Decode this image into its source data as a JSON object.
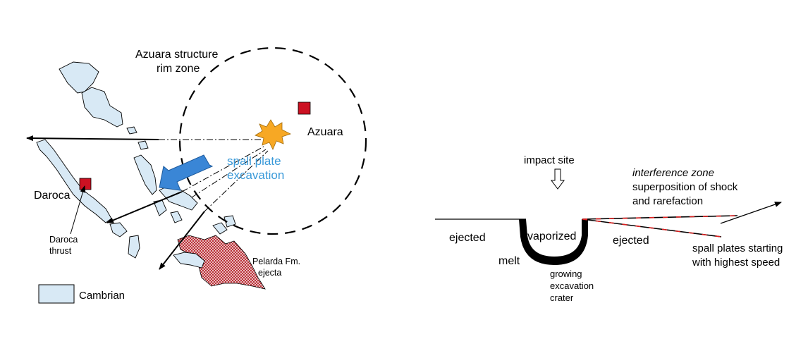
{
  "map": {
    "structure_label": [
      "Azuara structure",
      "rim zone"
    ],
    "azuara_label": "Azuara",
    "daroca_label": "Daroca",
    "spall_label": [
      "spall plate",
      "excavation"
    ],
    "thrust_label": [
      "Daroca",
      "thrust"
    ],
    "pelarda_label": [
      "Pelarda Fm.",
      "ejecta"
    ],
    "legend_label": "Cambrian",
    "colors": {
      "cambrian_fill": "#d8e9f5",
      "town_marker": "#cc1122",
      "impact_star": "#f7a824",
      "spall_arrow": "#3a86d6",
      "ejecta_hatch": "#b0101a"
    }
  },
  "section": {
    "impact_label": "impact site",
    "interference_title": "interference zone",
    "interference_desc": [
      "superposition of shock",
      "and rarefaction"
    ],
    "ejected_left": "ejected",
    "ejected_right": "ejected",
    "vaporized_label": "vaporized",
    "melt_label": "melt",
    "crater_label": [
      "growing",
      "excavation",
      "crater"
    ],
    "spall_plates_label": [
      "spall plates starting",
      "with highest speed"
    ]
  }
}
